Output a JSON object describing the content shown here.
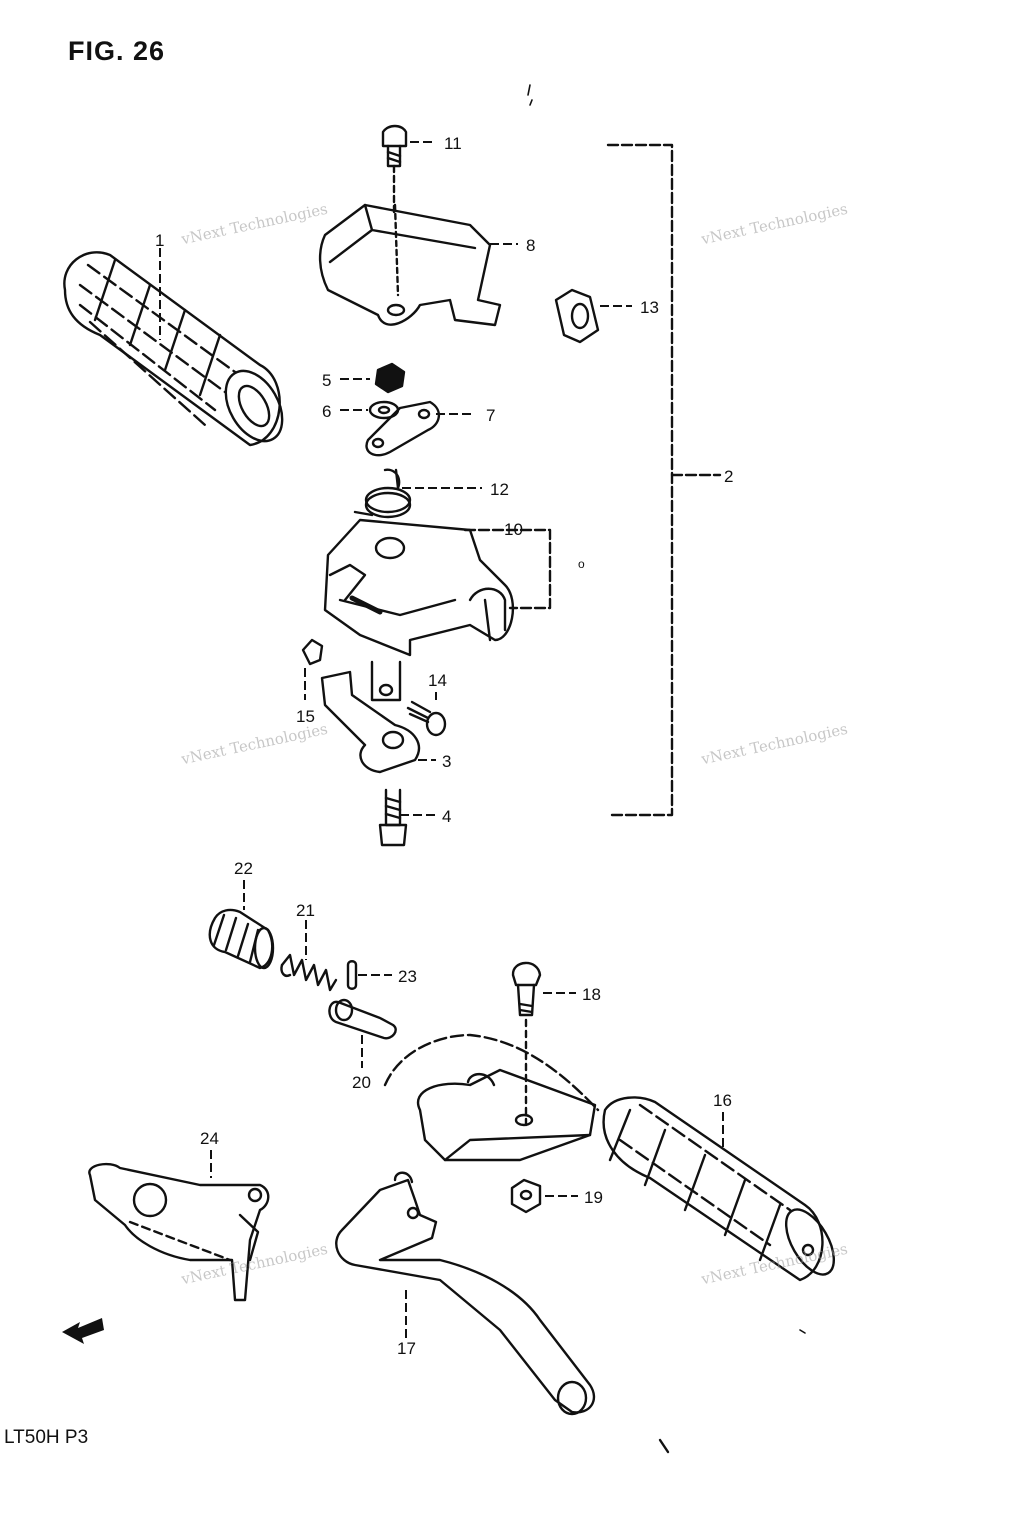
{
  "figure": {
    "title": "FIG. 26",
    "model_code": "LT50H P3"
  },
  "watermark": {
    "text": "vNext Technologies"
  },
  "callouts": [
    {
      "id": "1"
    },
    {
      "id": "2"
    },
    {
      "id": "3"
    },
    {
      "id": "4"
    },
    {
      "id": "5"
    },
    {
      "id": "6"
    },
    {
      "id": "7"
    },
    {
      "id": "8"
    },
    {
      "id": "10"
    },
    {
      "id": "11"
    },
    {
      "id": "12"
    },
    {
      "id": "13"
    },
    {
      "id": "14"
    },
    {
      "id": "15"
    },
    {
      "id": "16"
    },
    {
      "id": "17"
    },
    {
      "id": "18"
    },
    {
      "id": "19"
    },
    {
      "id": "20"
    },
    {
      "id": "21"
    },
    {
      "id": "22"
    },
    {
      "id": "23"
    },
    {
      "id": "24"
    }
  ],
  "colors": {
    "ink": "#111111",
    "watermark": "#9a9a9a",
    "background": "#ffffff"
  },
  "icons": {
    "front_arrow": "front-direction-arrow-icon"
  }
}
